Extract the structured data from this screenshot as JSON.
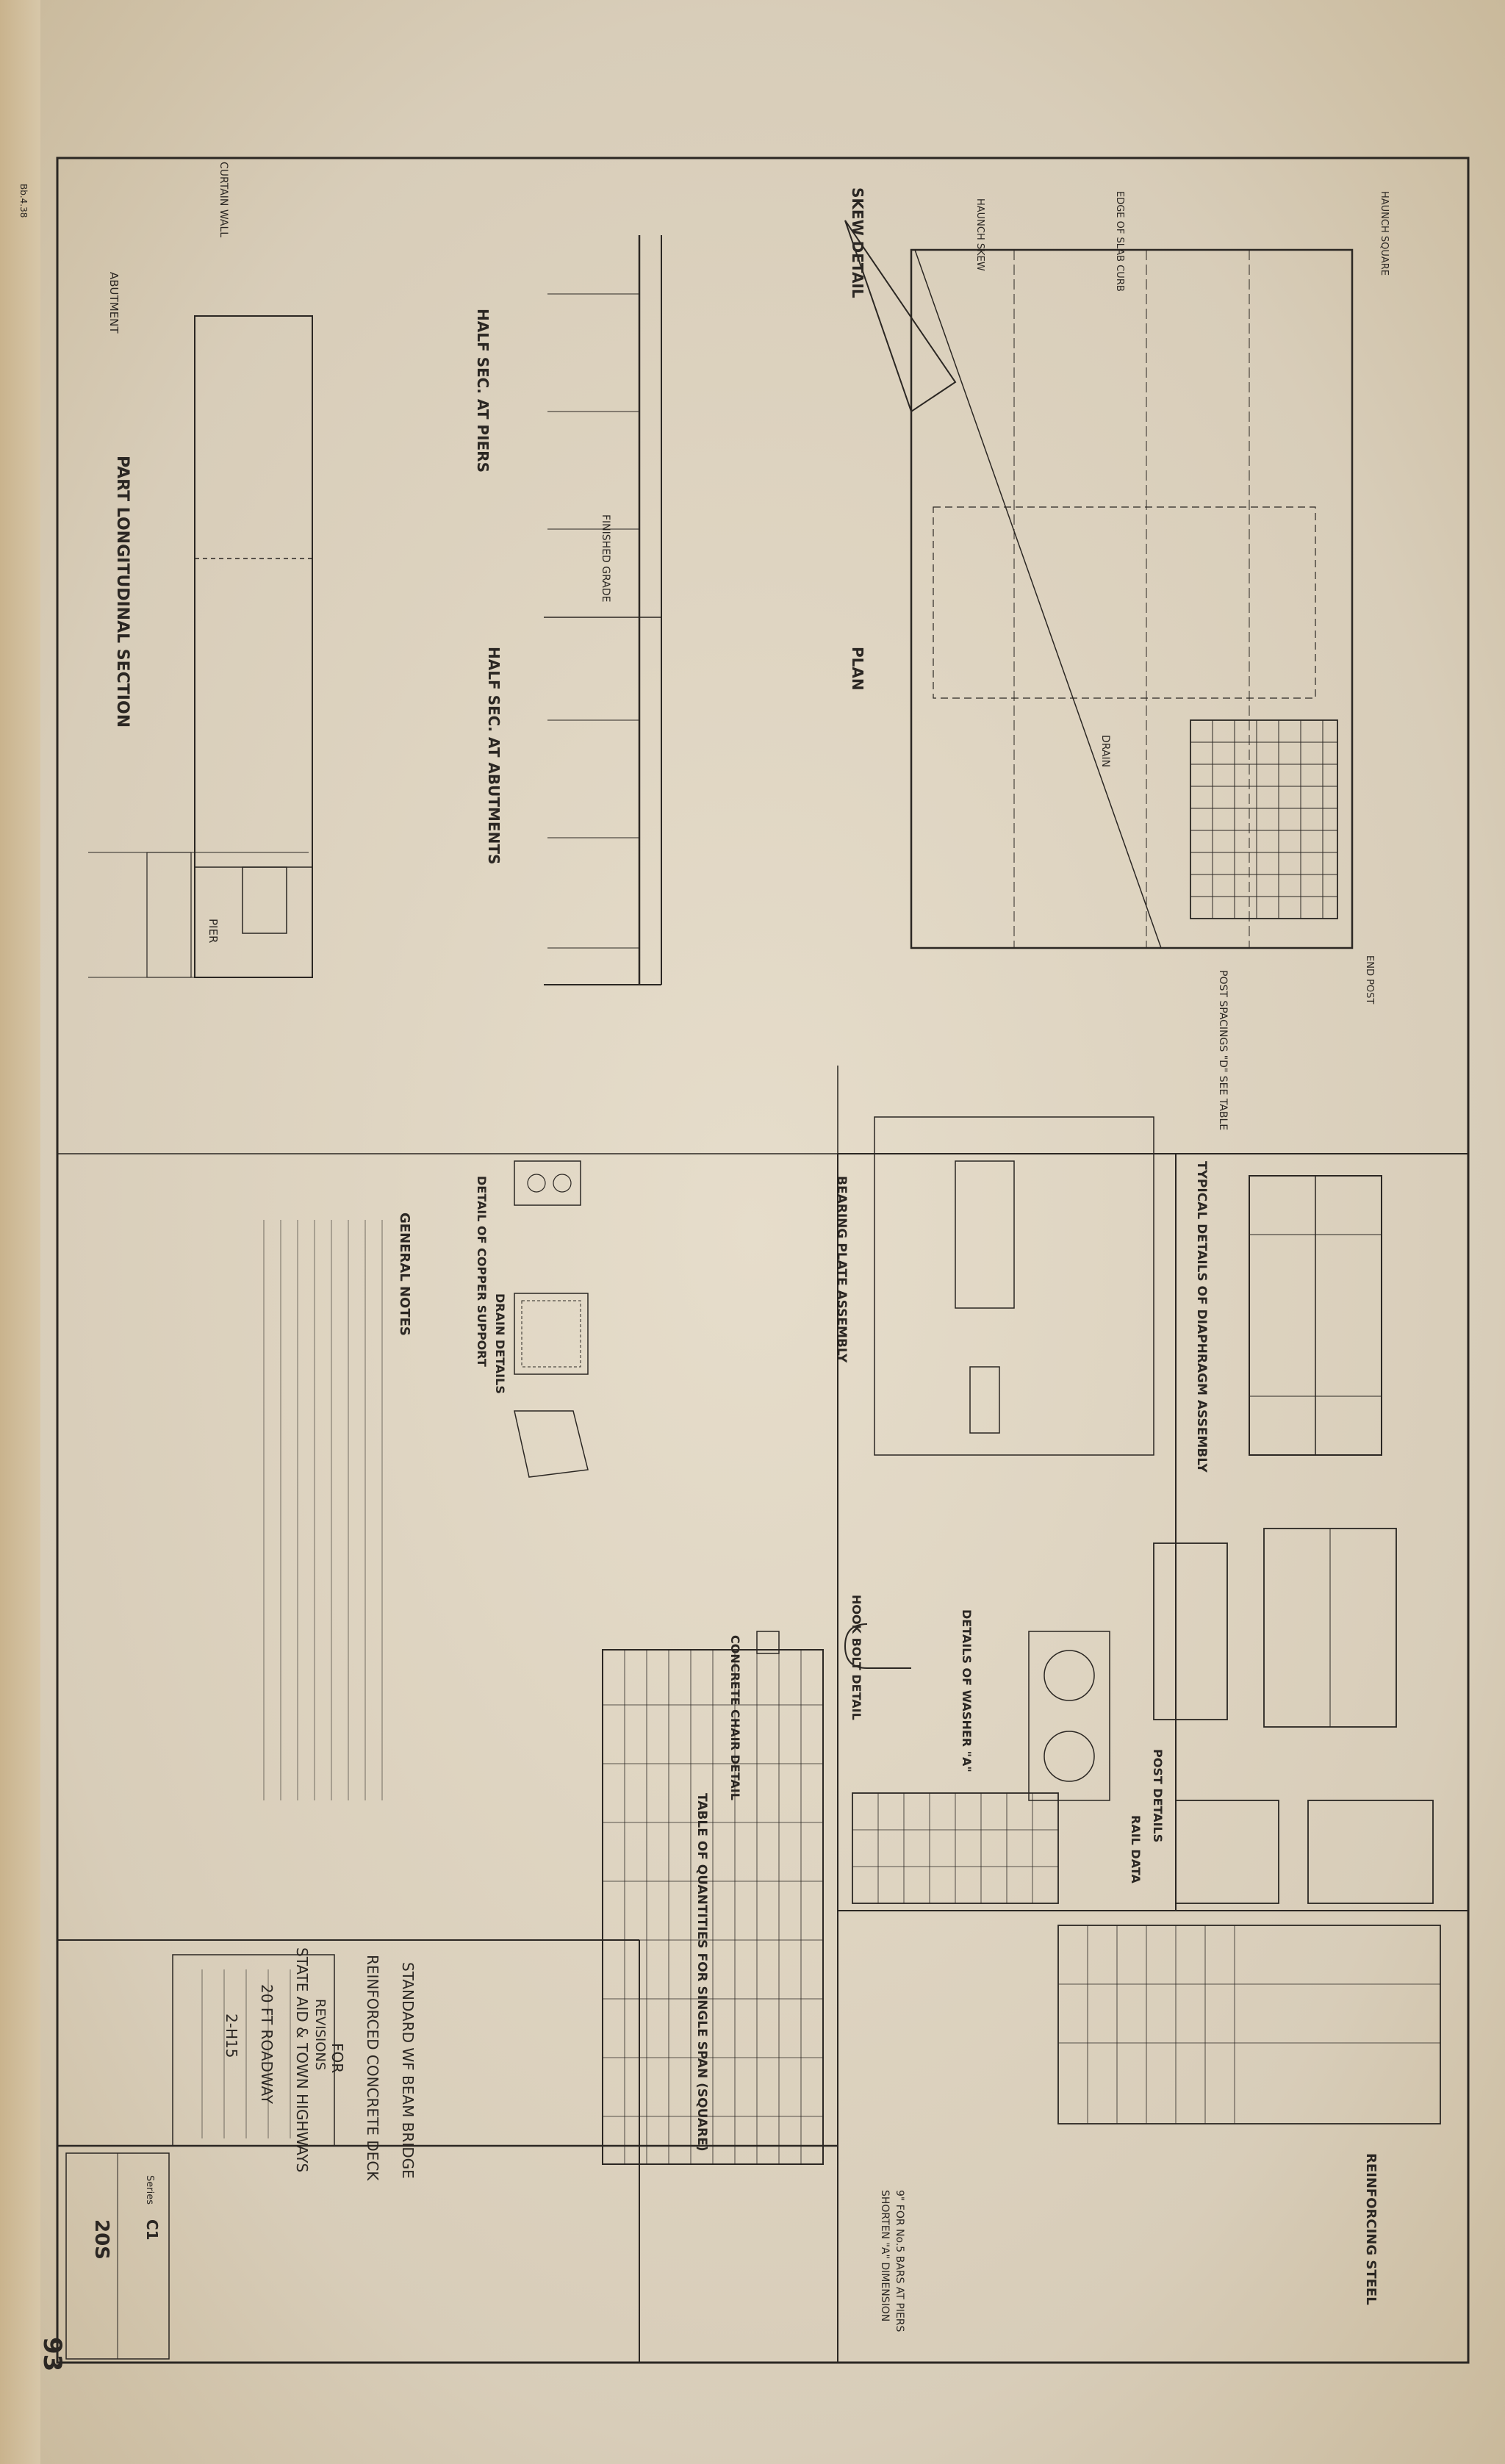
{
  "drawing": {
    "corner_mark": "Bb.4.38",
    "labels": {
      "skew_detail": "SKEW DETAIL",
      "plan": "PLAN",
      "half_sec_piers": "HALF SEC. AT PIERS",
      "half_sec_abutments": "HALF SEC. AT ABUTMENTS",
      "part_longitudinal": "PART LONGITUDINAL SECTION",
      "typical_diaphragm": "TYPICAL DETAILS OF DIAPHRAGM ASSEMBLY",
      "bearing_plate": "BEARING PLATE ASSEMBLY",
      "copper_support": "DETAIL OF COPPER SUPPORT",
      "drain_details": "DRAIN DETAILS",
      "general_notes": "GENERAL NOTES",
      "concrete_chair": "CONCRETE CHAIR DETAIL",
      "hook_bolt": "HOOK BOLT DETAIL",
      "washer_details": "DETAILS OF WASHER \"A\"",
      "post_details": "POST DETAILS",
      "reinforcing_steel": "REINFORCING STEEL",
      "table_of_quantities": "TABLE OF QUANTITIES FOR SINGLE SPAN (SQUARE)",
      "rail_data": "RAIL DATA",
      "revisions": "REVISIONS",
      "curtain_wall": "CURTAIN WALL",
      "haunch_skew": "HAUNCH SKEW",
      "haunch_square": "HAUNCH SQUARE",
      "post_spacings": "POST SPACINGS \"D\" SEE TABLE",
      "end_post": "END POST",
      "finished_grade": "FINISHED GRADE",
      "abutment": "ABUTMENT",
      "pier": "PIER",
      "drain": "DRAIN",
      "edge_of_slab_curb": "EDGE OF SLAB CURB",
      "shorten_a": "SHORTEN \"A\" DIMENSION",
      "shorten_a_note": "9\" FOR No.5 BARS AT PIERS"
    },
    "title_block": {
      "line1": "STANDARD WF BEAM BRIDGE",
      "line2": "REINFORCED CONCRETE DECK",
      "line3": "FOR",
      "line4": "STATE AID & TOWN HIGHWAYS",
      "line5": "20 FT ROADWAY",
      "line6": "2-H15",
      "series_label": "Series",
      "series": "C1",
      "sheet": "20S",
      "sheet_number": "93"
    }
  }
}
